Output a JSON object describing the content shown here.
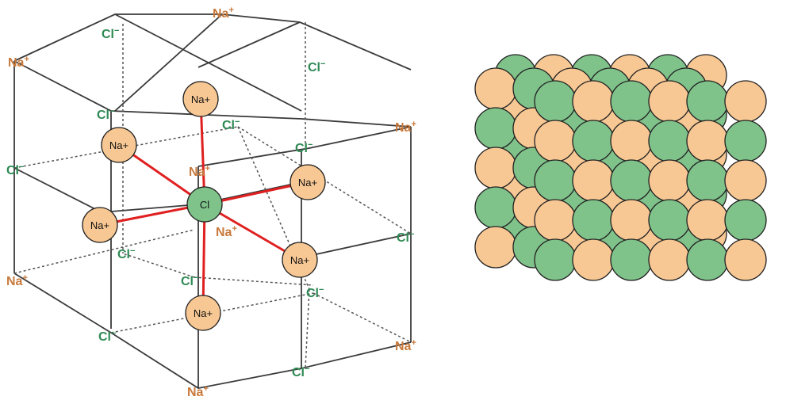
{
  "colors": {
    "sodium": "#f8c894",
    "chloride": "#7fc28a",
    "sodium_label": "#c87a3c",
    "chloride_label": "#2f8a55",
    "bond": "#e02020"
  },
  "labels": {
    "na": "Na",
    "cl": "Cl",
    "plus": "+",
    "minus": "−"
  },
  "atom_text": {
    "na": "Na+",
    "cl": "Cl"
  }
}
